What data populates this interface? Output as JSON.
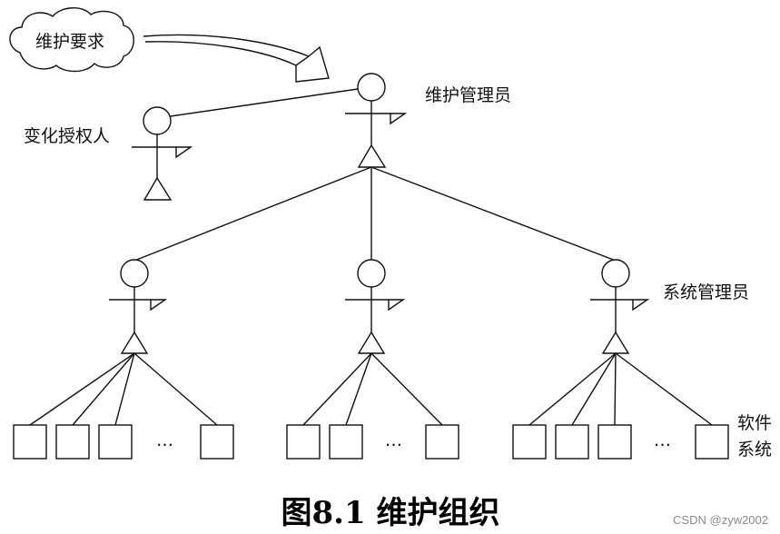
{
  "labels": {
    "request": "维护要求",
    "change_authority": "变化授权人",
    "maintenance_manager": "维护管理员",
    "system_manager": "系统管理员",
    "software_line1": "软件",
    "software_line2": "系统",
    "ellipsis": "…"
  },
  "caption": "图8.1 维护组织",
  "watermark": "CSDN @zyw2002"
}
